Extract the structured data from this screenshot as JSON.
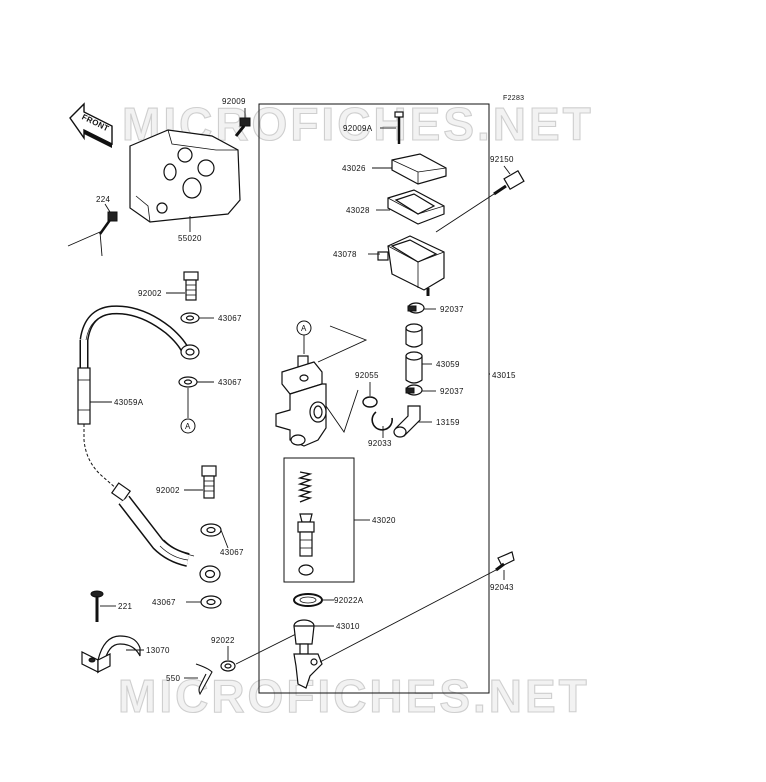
{
  "figure_code": "F2283",
  "watermarks": [
    "MICROFICHES.NET",
    "MICROFICHES.NET"
  ],
  "front_arrow_label": "FRONT",
  "callouts": {
    "a_top": "A",
    "a_left": "A"
  },
  "part_labels": {
    "p92009": "92009",
    "p224": "224",
    "p55020": "55020",
    "p92002_top": "92002",
    "p43067_1": "43067",
    "p43067_2": "43067",
    "p43059a": "43059A",
    "p92002_mid": "92002",
    "p43067_3": "43067",
    "p43067_4": "43067",
    "p221": "221",
    "p13070": "13070",
    "p550": "550",
    "p92022": "92022",
    "p92009a": "92009A",
    "p43026": "43026",
    "p43028": "43028",
    "p43078": "43078",
    "p92150": "92150",
    "p92037_1": "92037",
    "p43059": "43059",
    "p92037_2": "92037",
    "p92055": "92055",
    "p43015": "43015",
    "p13159": "13159",
    "p92033": "92033",
    "p43020": "43020",
    "p92043": "92043",
    "p92022a": "92022A",
    "p43010": "43010"
  }
}
